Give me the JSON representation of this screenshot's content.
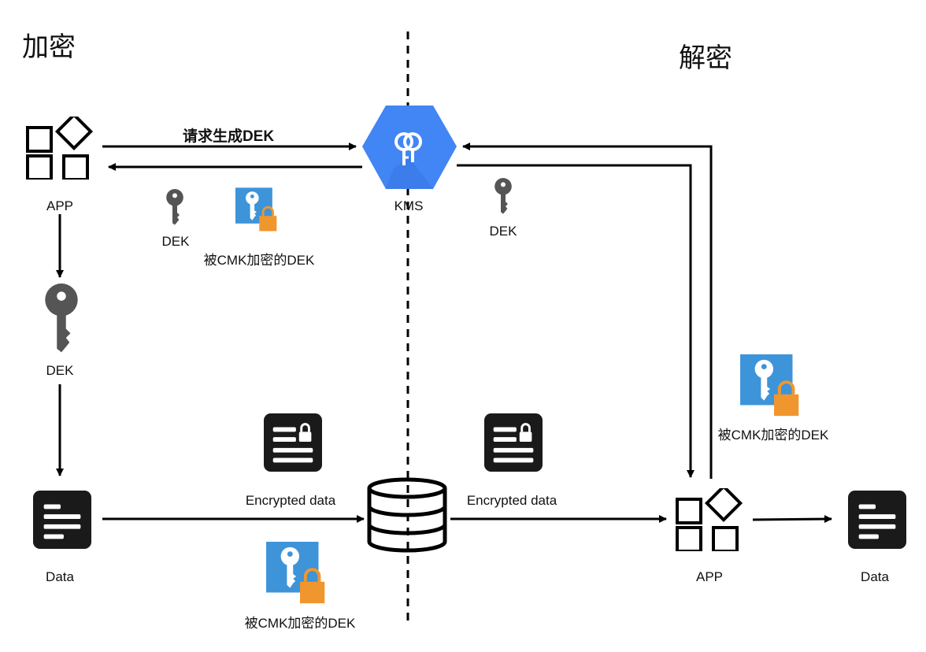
{
  "sections": {
    "encrypt_title": "加密",
    "decrypt_title": "解密"
  },
  "labels": {
    "app_left": "APP",
    "app_right": "APP",
    "kms": "KMS",
    "request_dek": "请求生成DEK",
    "dek_return": "DEK",
    "dek_main": "DEK",
    "dek_decrypted": "DEK",
    "encrypted_dek_top": "被CMK加密的DEK",
    "encrypted_dek_right": "被CMK加密的DEK",
    "encrypted_dek_bottom": "被CMK加密的DEK",
    "encrypted_data_left": "Encrypted data",
    "encrypted_data_right": "Encrypted data",
    "data_left": "Data",
    "data_right": "Data"
  },
  "colors": {
    "kms_blue": "#4285f4",
    "kms_shadow": "#3b78e7",
    "key_box_blue": "#3d94d9",
    "lock_orange": "#f0962e",
    "dark_icon": "#1a1a1a",
    "key_gray": "#555555"
  },
  "icons": {
    "app": "app-grid-icon",
    "kms": "kms-key-hexagon-icon",
    "dek": "key-icon",
    "encrypted_dek": "locked-key-icon",
    "data": "document-icon",
    "encrypted_data": "locked-document-icon",
    "storage": "database-icon"
  }
}
